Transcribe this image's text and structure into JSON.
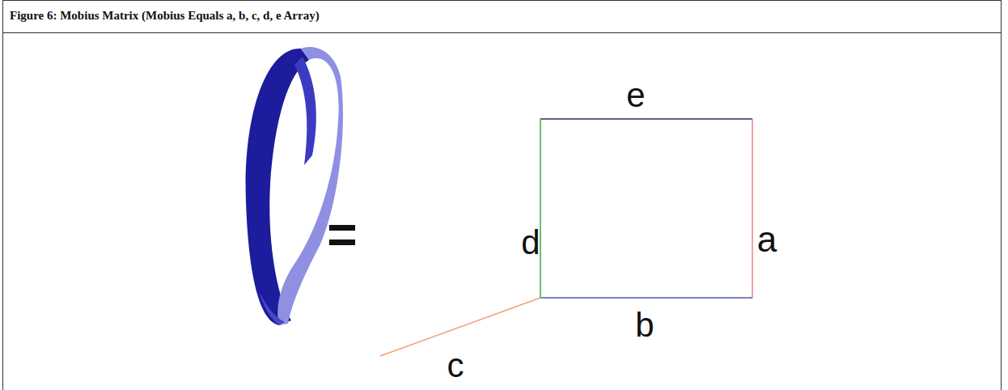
{
  "diagram": {
    "title": "Figure 6: Mobius Matrix (Mobius Equals a, b, c, d, e Array)",
    "labels": [
      "=",
      "e",
      "d",
      "a",
      "b",
      "c"
    ]
  }
}
